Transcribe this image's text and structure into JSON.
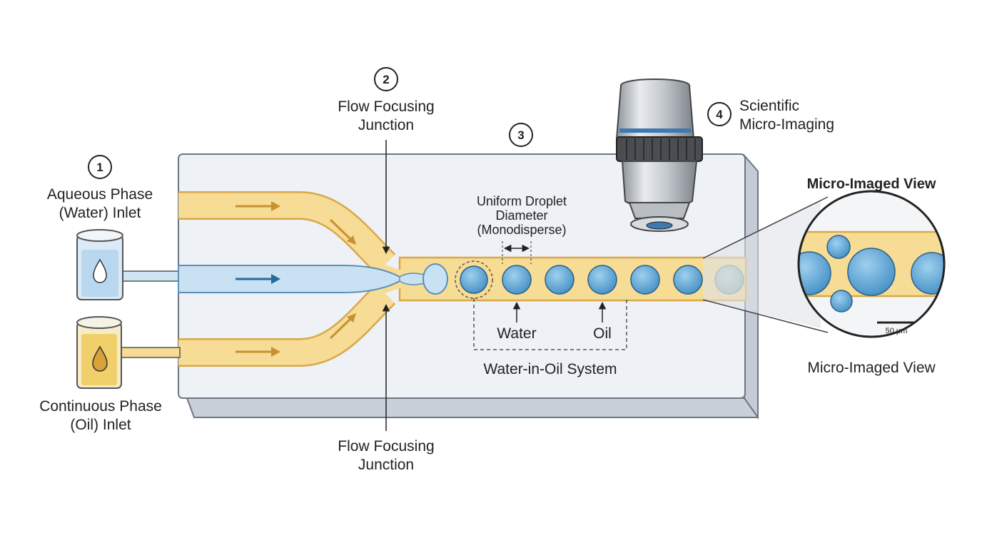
{
  "steps": {
    "s1": {
      "num": "1",
      "line1": "Aqueous Phase",
      "line2": "(Water) Inlet"
    },
    "s2": {
      "num": "2",
      "line1": "Flow Focusing",
      "line2": "Junction"
    },
    "s3": {
      "num": "3"
    },
    "s4": {
      "num": "4",
      "line1": "Scientific",
      "line2": "Micro-Imaging"
    }
  },
  "oil_inlet": {
    "line1": "Continuous Phase",
    "line2": "(Oil) Inlet"
  },
  "junction_bottom": {
    "line1": "Flow Focusing",
    "line2": "Junction"
  },
  "droplet_note": {
    "line1": "Uniform Droplet",
    "line2": "Diameter",
    "line3": "(Monodisperse)"
  },
  "labels": {
    "water": "Water",
    "oil": "Oil",
    "system": "Water-in-Oil System"
  },
  "micro_view": {
    "title": "Micro-Imaged View",
    "caption": "Micro-Imaged View",
    "scale": "50 µm"
  },
  "colors": {
    "water": "#5aa5d6",
    "oil": "#f6dc94",
    "chip": "#eef1f5",
    "outline": "#2c2c2c"
  }
}
